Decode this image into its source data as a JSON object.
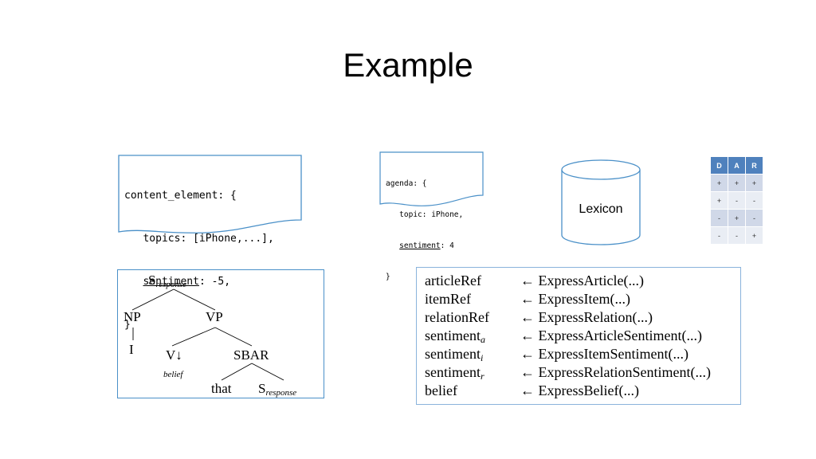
{
  "slide": {
    "title": "Example"
  },
  "content_element": {
    "line1": "content_element: {",
    "line2_pre": "   topics: [iPhone,...],",
    "line3_key": "sentiment",
    "line3_post": ": -5,",
    "line4": "}"
  },
  "agenda": {
    "line1": "agenda: {",
    "line2": "   topic: iPhone,",
    "line3_key": "sentiment",
    "line3_post": ": 4",
    "line4": "}"
  },
  "lexicon": {
    "label": "Lexicon"
  },
  "dar_table": {
    "headers": [
      "D",
      "A",
      "R"
    ],
    "rows": [
      [
        "+",
        "+",
        "+"
      ],
      [
        "+",
        "-",
        "-"
      ],
      [
        "-",
        "+",
        "-"
      ],
      [
        "-",
        "-",
        "+"
      ]
    ]
  },
  "tree": {
    "root": {
      "base": "S",
      "sub": "response"
    },
    "np": "NP",
    "vp": "VP",
    "i": "I",
    "v": "V↓",
    "v_annotation": "belief",
    "sbar": "SBAR",
    "that": "that",
    "s2": {
      "base": "S",
      "sub": "response"
    }
  },
  "rules": [
    {
      "lhs": "articleRef",
      "lhs_sub": "",
      "rhs": "← ExpressArticle(...)"
    },
    {
      "lhs": "itemRef",
      "lhs_sub": "",
      "rhs": "← ExpressItem(...)"
    },
    {
      "lhs": "relationRef",
      "lhs_sub": "",
      "rhs": "← ExpressRelation(...)"
    },
    {
      "lhs": "sentiment",
      "lhs_sub": "a",
      "rhs": "← ExpressArticleSentiment(...)"
    },
    {
      "lhs": "sentiment",
      "lhs_sub": "i",
      "rhs": "← ExpressItemSentiment(...)"
    },
    {
      "lhs": "sentiment",
      "lhs_sub": "r",
      "rhs": "← ExpressRelationSentiment(...)"
    },
    {
      "lhs": "belief",
      "lhs_sub": "",
      "rhs": "← ExpressBelief(...)"
    }
  ],
  "colors": {
    "box_border": "#4a90c8",
    "table_header": "#4f81bd"
  }
}
